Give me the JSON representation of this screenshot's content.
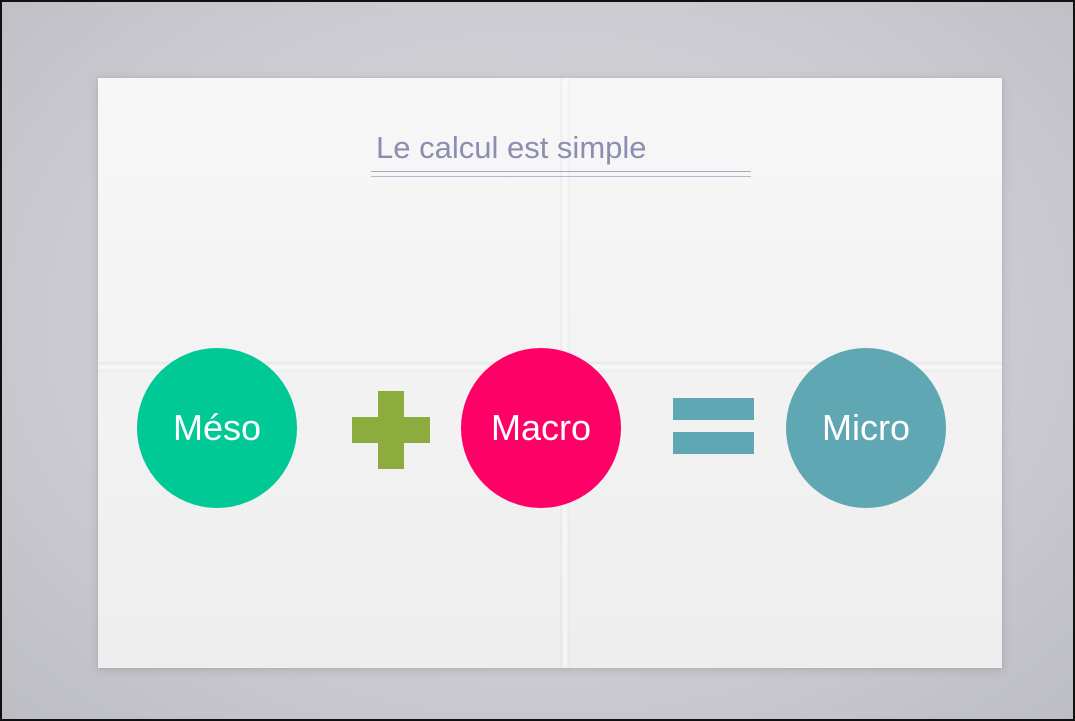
{
  "title": "Le calcul est simple",
  "colors": {
    "title": "#8d8db2",
    "meso": "#00c996",
    "macro": "#ff0066",
    "micro": "#5ea7b3",
    "plus": "#8cad3d",
    "equals": "#5ea7b3"
  },
  "equation": {
    "term1": "Méso",
    "operator1": "plus",
    "term2": "Macro",
    "operator2": "equals",
    "result": "Micro"
  }
}
